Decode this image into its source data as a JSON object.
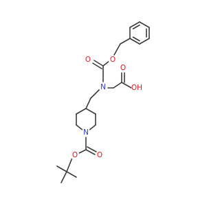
{
  "molecule": {
    "atoms": [
      {
        "id": "o_carbamate_carbonyl",
        "symbol": "O",
        "color": "#e8141d"
      },
      {
        "id": "o_benzyl_ester",
        "symbol": "O",
        "color": "#e8141d"
      },
      {
        "id": "o_acid_carbonyl",
        "symbol": "O",
        "color": "#e8141d"
      },
      {
        "id": "n_glycine",
        "symbol": "N",
        "color": "#2a36d8"
      },
      {
        "id": "oh_acid",
        "symbol": "OH",
        "color": "#e8141d"
      },
      {
        "id": "n_piperidine",
        "symbol": "N",
        "color": "#2a36d8"
      },
      {
        "id": "o_boc_carbonyl",
        "symbol": "O",
        "color": "#e8141d"
      },
      {
        "id": "o_boc_ester",
        "symbol": "O",
        "color": "#e8141d"
      }
    ],
    "bond_color": "#3a3a3a"
  }
}
